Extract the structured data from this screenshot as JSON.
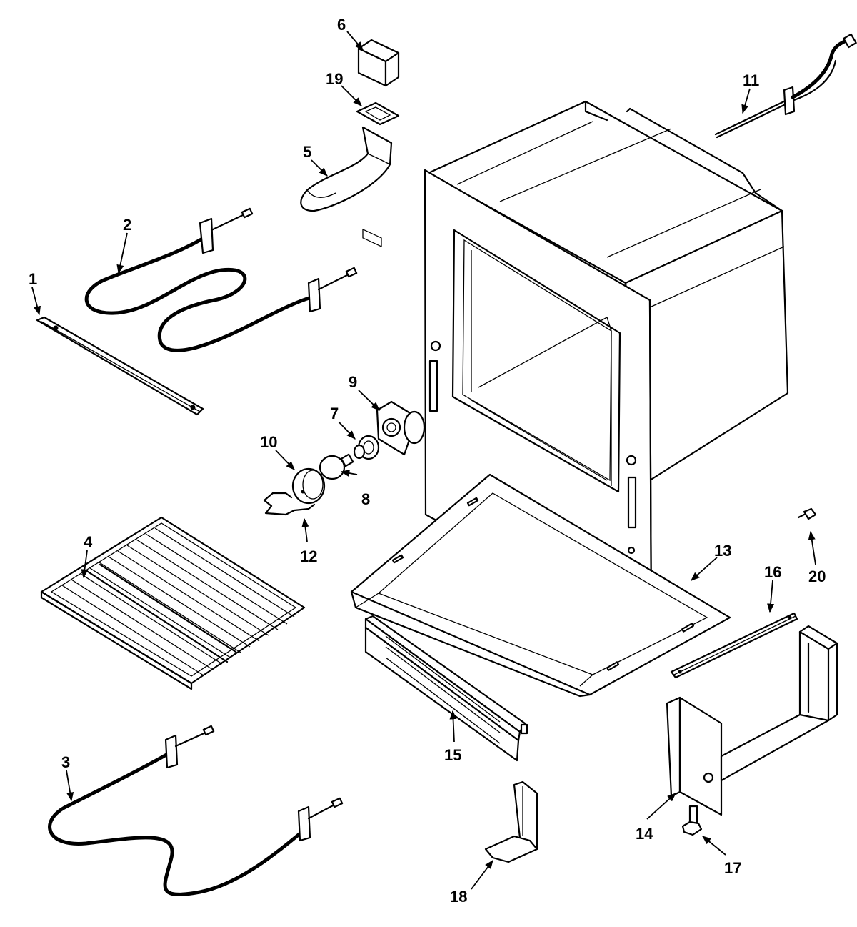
{
  "diagram": {
    "type": "exploded-parts-view",
    "callouts": [
      "1",
      "2",
      "3",
      "4",
      "5",
      "6",
      "7",
      "8",
      "9",
      "10",
      "11",
      "12",
      "13",
      "14",
      "15",
      "16",
      "17",
      "18",
      "19",
      "20"
    ]
  },
  "colors": {
    "ink": "#000000",
    "paper": "#ffffff"
  }
}
